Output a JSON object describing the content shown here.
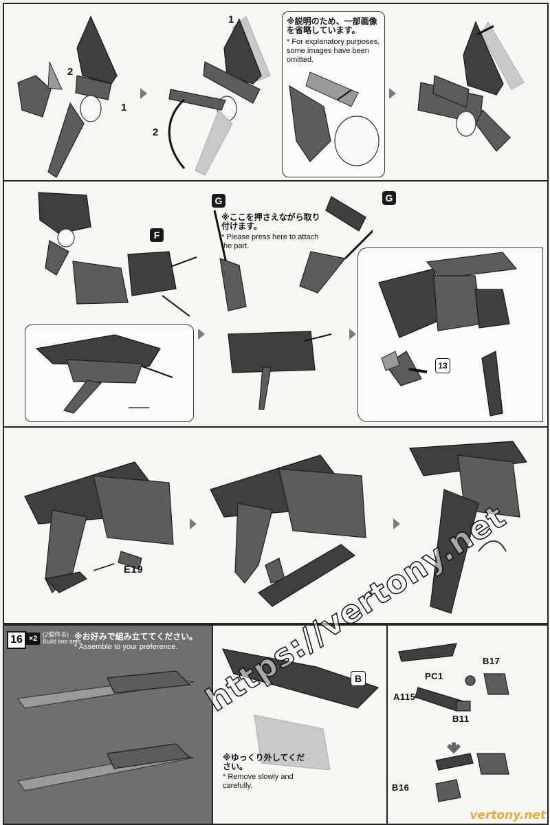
{
  "notes": {
    "explanatory_jp": "※説明のため、一部画像を省略しています。",
    "explanatory_en": "* For explanatory purposes, some images have been omitted.",
    "press_jp": "※ここを押さえながら取り付けます。",
    "press_en": "* Please press here to attach the part.",
    "preference_jp": "※お好みで組み立ててください。",
    "preference_en": "* Assemble to your preference.",
    "remove_jp": "※ゆっくり外してください。",
    "remove_en": "* Remove slowly and carefully."
  },
  "labels": {
    "step_number": "16",
    "multiplier": "×2",
    "build_sets_jp": "(2個作る)",
    "build_sets_en": "Build two sets.",
    "badge_f": "F",
    "badge_g": "G",
    "badge_b": "B",
    "part_13": "13",
    "part_e19": "E19",
    "part_pc1": "PC1",
    "part_b17": "B17",
    "part_a115": "A115",
    "part_b11": "B11",
    "part_b16": "B16",
    "callout_1": "1",
    "callout_2": "2"
  },
  "watermark": {
    "url": "https://vertony.net",
    "corner": "vertony.net"
  },
  "colors": {
    "part_dark": "#3f3f3f",
    "part_mid": "#5c5c5c",
    "panel_dark": "#6f6f6f",
    "accent_watermark": "#e2a93b"
  }
}
